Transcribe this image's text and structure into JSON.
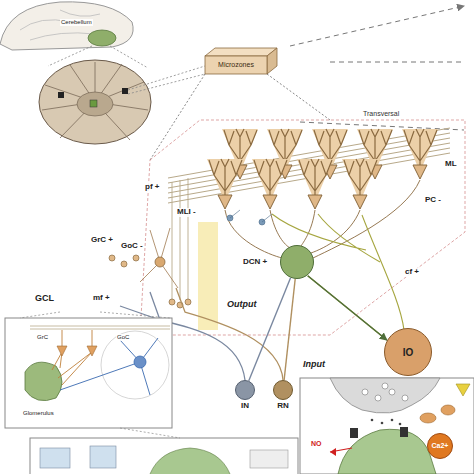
{
  "diagram": {
    "nodes": [
      {
        "text": [
          "Microzones"
        ]
      },
      {
        "text": [
          "DCN +"
        ]
      },
      {
        "text": [
          "IO"
        ]
      },
      {
        "text": [
          "IN"
        ]
      },
      {
        "text": [
          "RN"
        ]
      },
      {
        "text": [
          "Ca2+"
        ]
      }
    ],
    "edges": [
      {
        "from": 3,
        "to": 1,
        "arrow": "none"
      },
      {
        "from": 4,
        "to": 1,
        "arrow": "none"
      },
      {
        "from": 2,
        "to": 1,
        "arrow": "none"
      },
      {
        "from": 1,
        "to": 2,
        "arrow": "to"
      }
    ],
    "labels": [
      "Cerebellum",
      "Transversal",
      "ML",
      "pf +",
      "PC -",
      "MLI -",
      "GoC -",
      "GrC +",
      "GCL",
      "mf +",
      "Output",
      "cf +",
      "Input",
      "Glomerulus",
      "GoC",
      "GrC",
      "NO"
    ]
  }
}
